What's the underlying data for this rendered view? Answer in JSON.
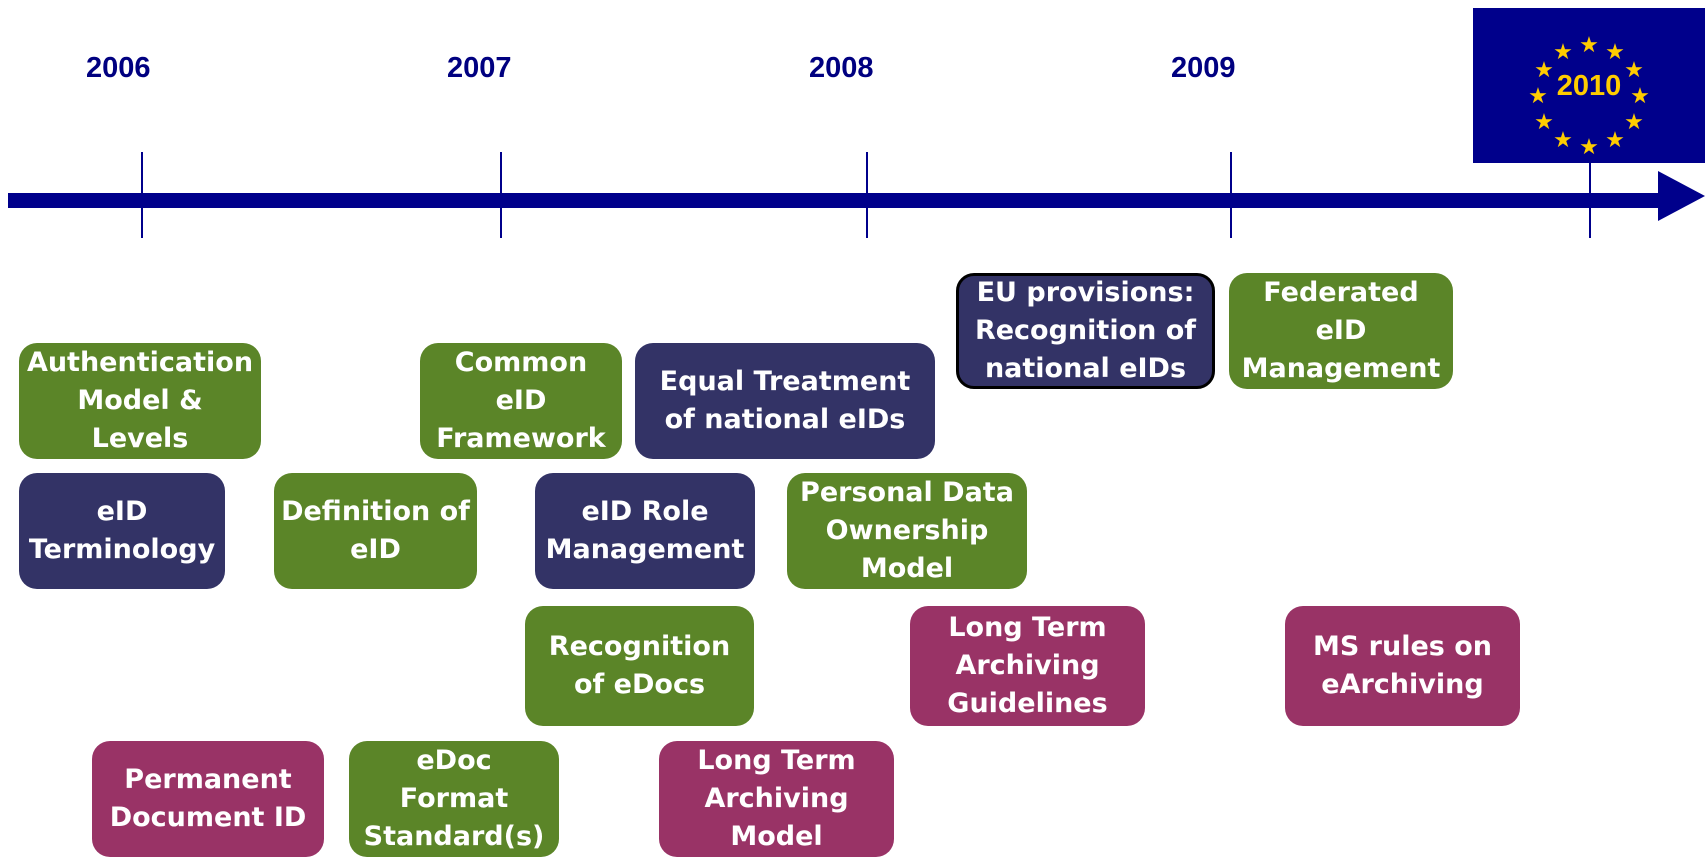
{
  "timeline": {
    "years": [
      "2006",
      "2007",
      "2008",
      "2009"
    ],
    "flag_year": "2010"
  },
  "colors": {
    "axis": "#00008b",
    "year_text": "#000080",
    "flag_background": "#00008b",
    "flag_stars": "#ffcc00",
    "green_box": "#5b8528",
    "navy_box": "#333366",
    "plum_box": "#993366"
  },
  "milestones": {
    "authentication_model": "Authentication\nModel &\nLevels",
    "eid_terminology": "eID\nTerminology",
    "definition_of_eid": "Definition of\neID",
    "common_eid_framework": "Common\neID\nFramework",
    "eid_role_management": "eID Role\nManagement",
    "equal_treatment": "Equal Treatment\nof national eIDs",
    "recognition_of_edocs": "Recognition\nof eDocs",
    "permanent_document_id": "Permanent\nDocument ID",
    "edoc_format_standards": "eDoc\nFormat\nStandard(s)",
    "long_term_archiving_model": "Long Term\nArchiving\nModel",
    "personal_data_ownership": "Personal Data\nOwnership\nModel",
    "long_term_archiving_guidelines": "Long Term\nArchiving\nGuidelines",
    "eu_provisions": "EU provisions:\nRecognition of\nnational eIDs",
    "federated_eid_management": "Federated\neID\nManagement",
    "ms_rules_earchiving": "MS rules on\neArchiving"
  }
}
